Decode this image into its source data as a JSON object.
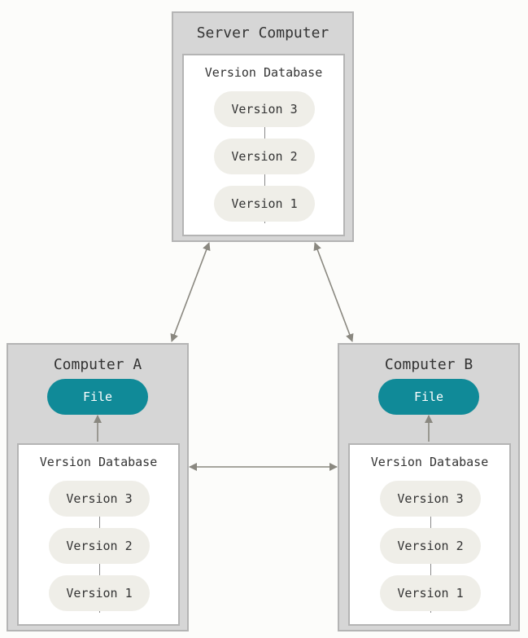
{
  "server": {
    "title": "Server Computer",
    "database": {
      "title": "Version Database",
      "versions": [
        "Version 3",
        "Version 2",
        "Version 1"
      ]
    }
  },
  "computer_a": {
    "title": "Computer A",
    "file": "File",
    "database": {
      "title": "Version Database",
      "versions": [
        "Version 3",
        "Version 2",
        "Version 1"
      ]
    }
  },
  "computer_b": {
    "title": "Computer B",
    "file": "File",
    "database": {
      "title": "Version Database",
      "versions": [
        "Version 3",
        "Version 2",
        "Version 1"
      ]
    }
  },
  "colors": {
    "file": "#108a98",
    "box": "#d6d6d6",
    "version": "#efeee8",
    "arrow": "#8a8880"
  }
}
